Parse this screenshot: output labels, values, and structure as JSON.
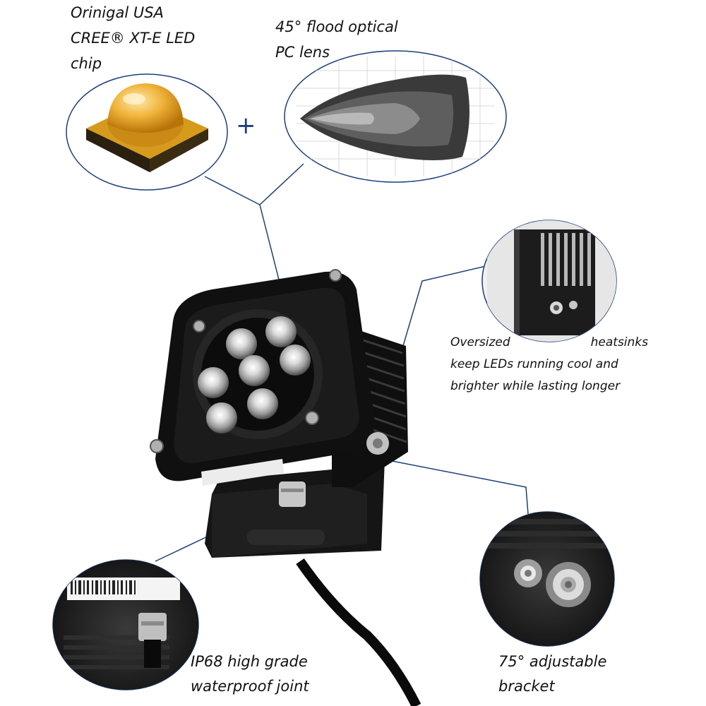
{
  "callouts": {
    "led_chip": [
      "Orinigal USA",
      "CREE® XT-E LED",
      "chip"
    ],
    "lens": [
      "45° flood optical",
      "PC lens"
    ],
    "heatsink": {
      "line1_left": "Oversized",
      "line1_right": "heatsinks",
      "line2": "keep LEDs running cool and",
      "line3": "brighter while lasting longer"
    },
    "waterproof": [
      "IP68 high grade",
      "waterproof joint"
    ],
    "bracket": [
      "75° adjustable",
      "bracket"
    ]
  },
  "plus_sign": "+",
  "colors": {
    "callout_line": "#1d3f7a",
    "housing": "#141414",
    "led_chip": "#e8a020"
  }
}
